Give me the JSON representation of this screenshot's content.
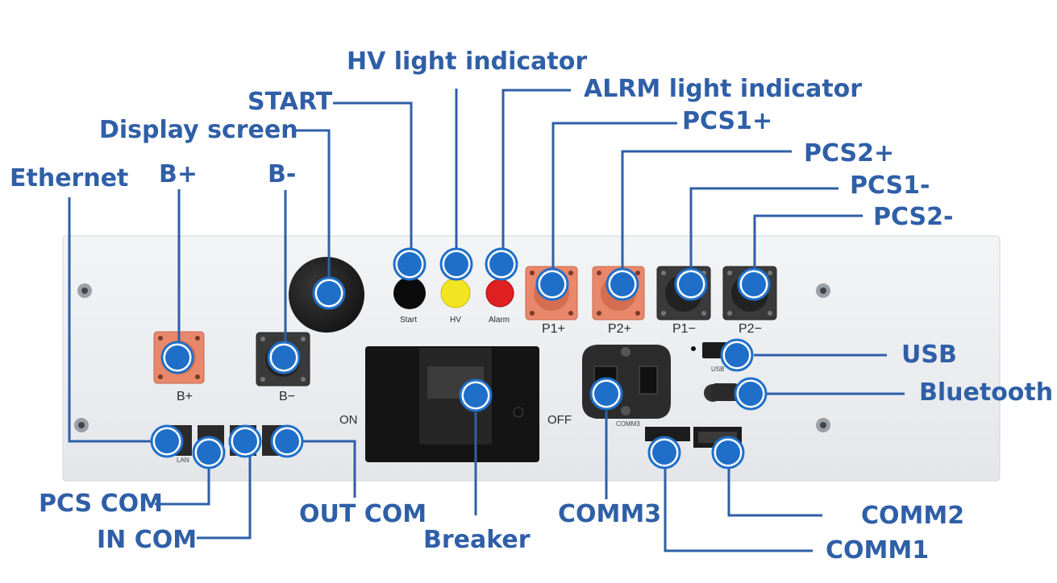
{
  "callouts": {
    "ethernet": "Ethernet",
    "b_plus": "B+",
    "b_minus": "B-",
    "display_screen": "Display screen",
    "start": "START",
    "hv_light": "HV light indicator",
    "alrm_light": "ALRM light indicator",
    "pcs1_plus": "PCS1+",
    "pcs2_plus": "PCS2+",
    "pcs1_minus": "PCS1-",
    "pcs2_minus": "PCS2-",
    "usb": "USB",
    "bluetooth": "Bluetooth",
    "pcs_com": "PCS COM",
    "in_com": "IN COM",
    "out_com": "OUT COM",
    "breaker": "Breaker",
    "comm3": "COMM3",
    "comm2": "COMM2",
    "comm1": "COMM1"
  },
  "panel_labels": {
    "start": "Start",
    "hv": "HV",
    "alarm": "Alarm",
    "p1_plus": "P1+",
    "p2_plus": "P2+",
    "p1_minus": "P1−",
    "p2_minus": "P2−",
    "b_plus": "B+",
    "b_minus": "B−",
    "on": "ON",
    "off": "OFF",
    "lan": "LAN",
    "comm3": "COMM3",
    "usb": "USB"
  },
  "colors": {
    "accent": "#2f5fa7",
    "marker": "#1f6fc9",
    "panel": "#eef0f2",
    "orange_connector": "#e9876a",
    "dark_connector": "#3a3a3a",
    "alarm_red": "#e02020",
    "hv_yellow": "#f2e421"
  }
}
